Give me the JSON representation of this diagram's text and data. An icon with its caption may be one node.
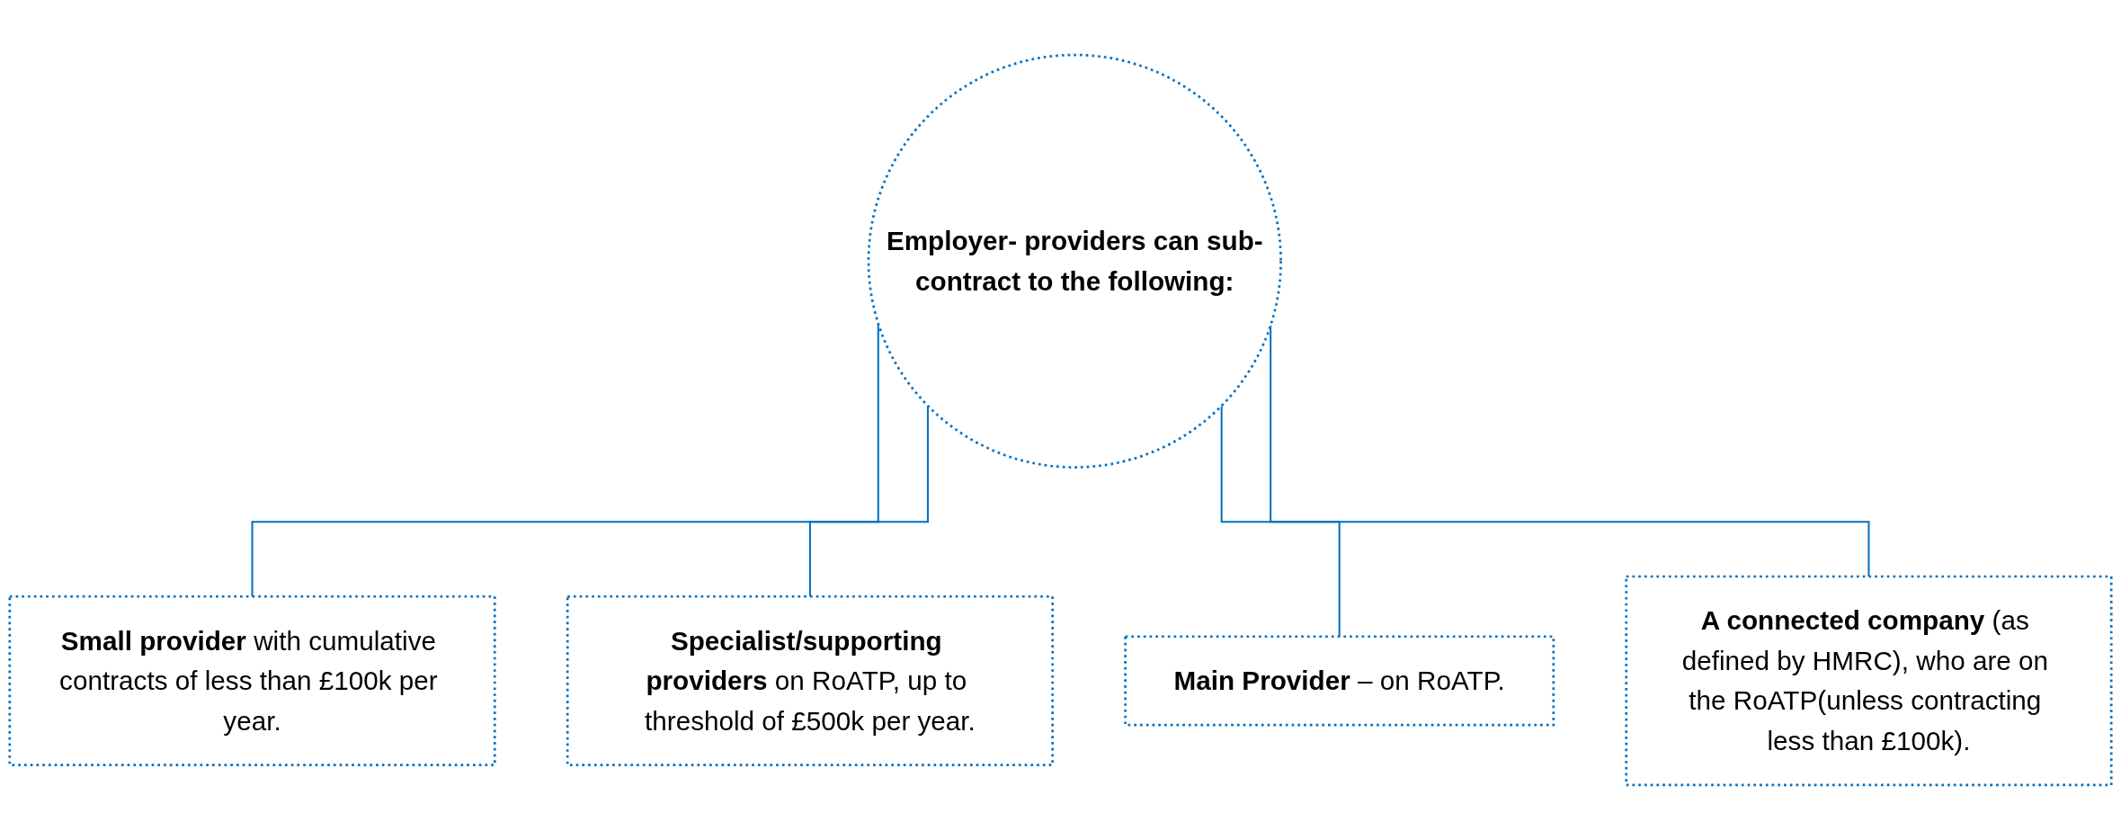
{
  "diagram": {
    "nodes": [
      {
        "text": [
          "Employer- providers can sub-contract to the following:"
        ]
      },
      {
        "text": [
          "**Small provider** with cumulative contracts of less than £100k per year."
        ]
      },
      {
        "text": [
          "**Specialist/supporting providers** on RoATP, up to threshold of £500k per year."
        ]
      },
      {
        "text": [
          "**Main Provider** – on RoATP."
        ]
      },
      {
        "text": [
          "**A connected company** (as defined by HMRC), who are on the RoATP(unless contracting less than £100k)."
        ]
      }
    ],
    "edges": [
      {
        "from": 0,
        "to": 1,
        "arrow": "none"
      },
      {
        "from": 0,
        "to": 2,
        "arrow": "none"
      },
      {
        "from": 0,
        "to": 3,
        "arrow": "none"
      },
      {
        "from": 0,
        "to": 4,
        "arrow": "none"
      }
    ]
  }
}
